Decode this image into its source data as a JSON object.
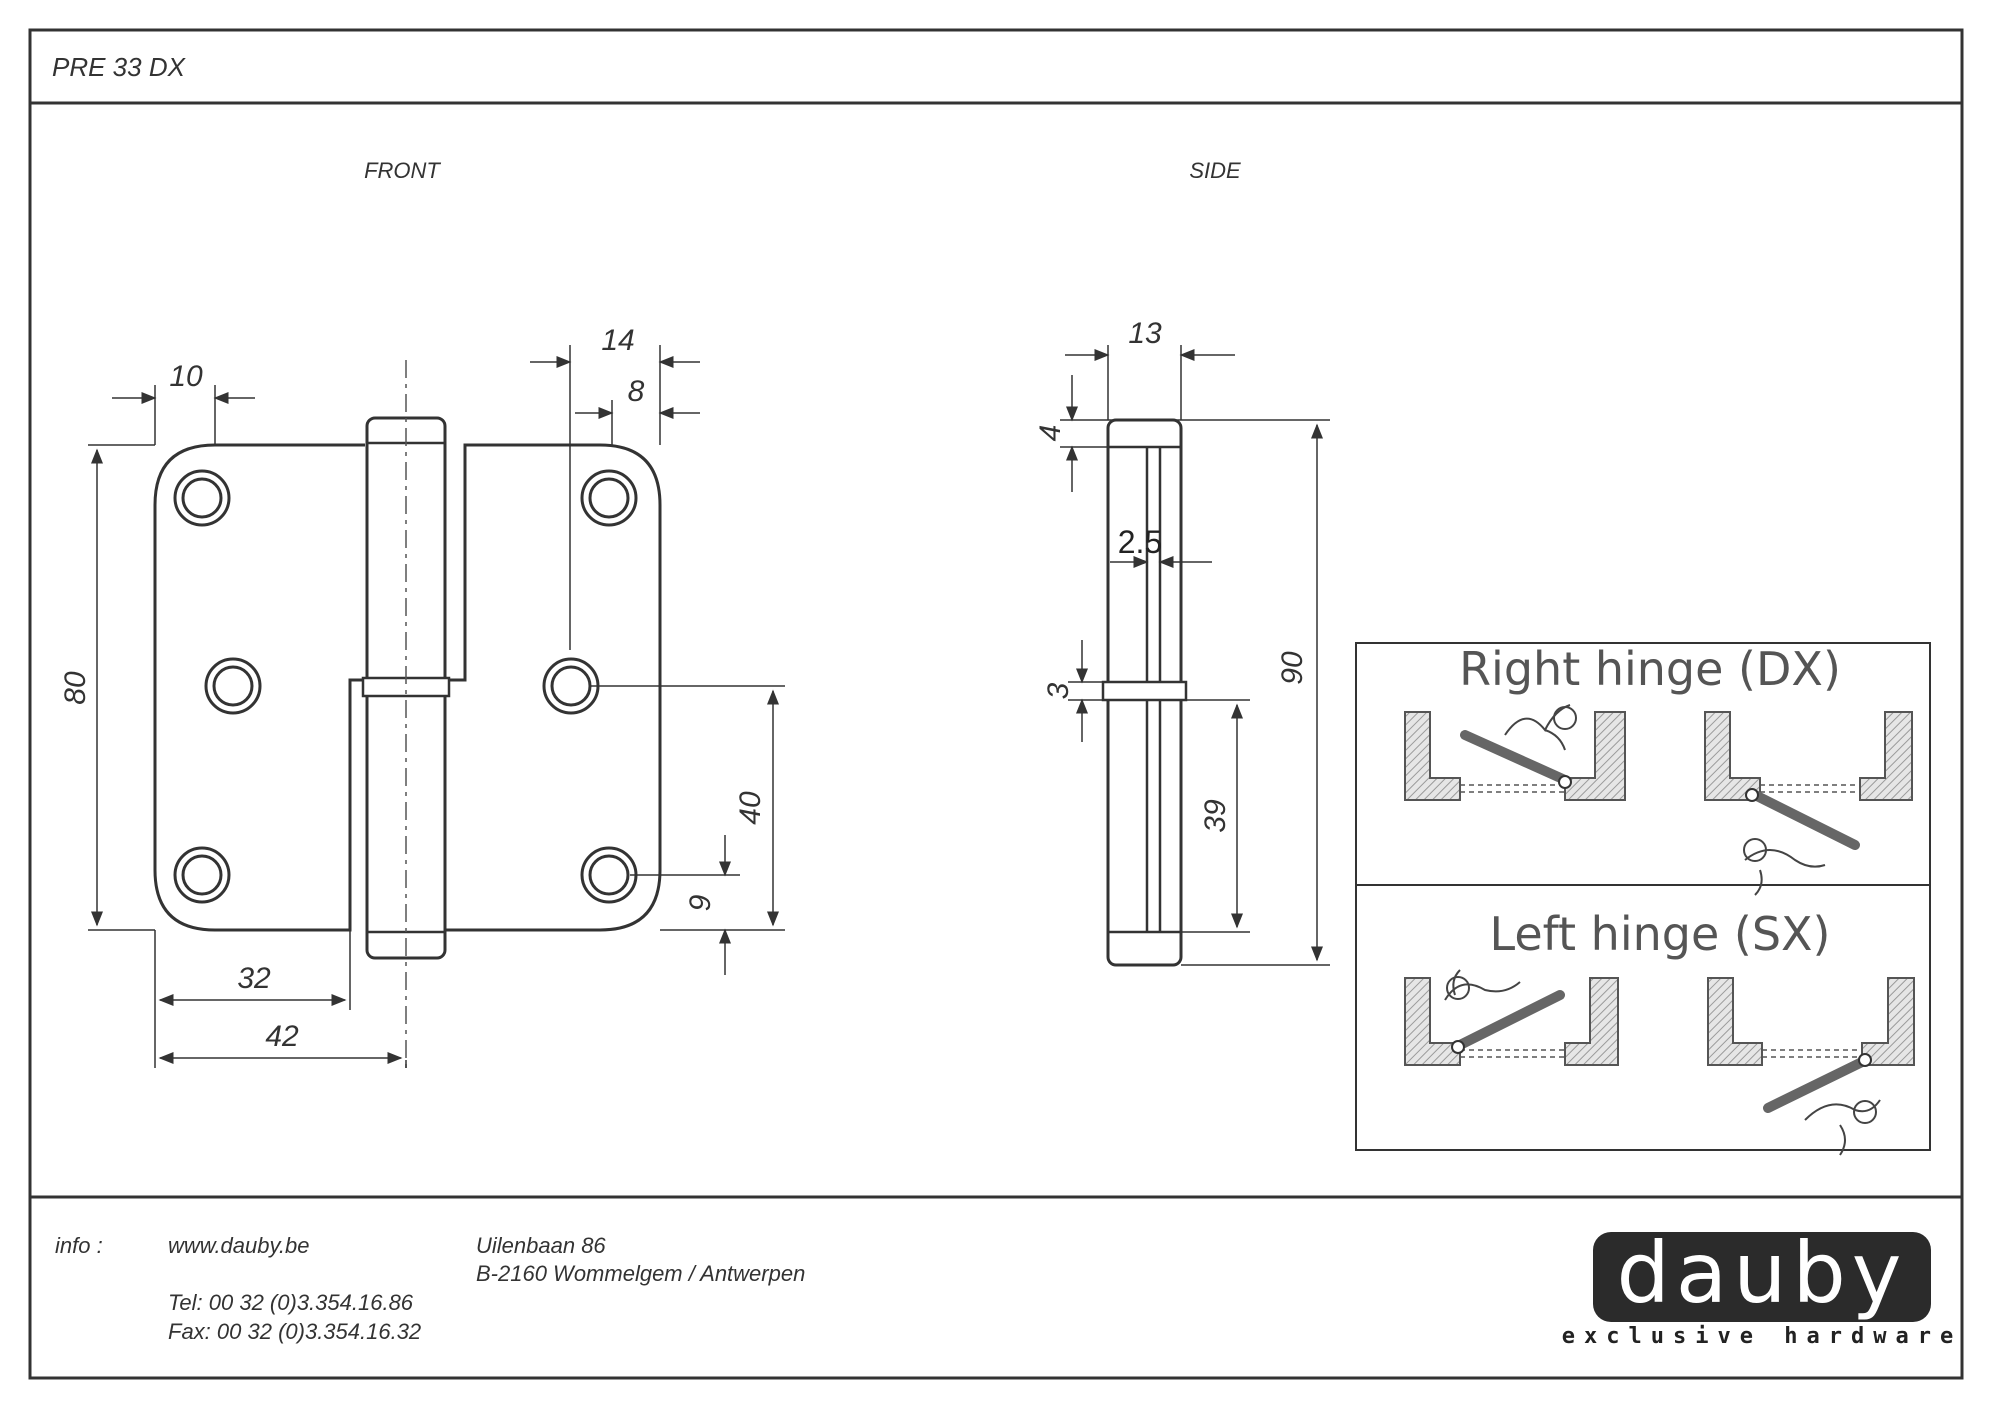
{
  "header": {
    "title": "PRE 33 DX"
  },
  "views": {
    "front": "FRONT",
    "side": "SIDE"
  },
  "dimensions": {
    "front_top_10": "10",
    "front_top_14": "14",
    "front_top_8": "8",
    "front_height_80": "80",
    "front_40": "40",
    "front_9": "9",
    "front_bottom_32": "32",
    "front_bottom_42": "42",
    "side_13": "13",
    "side_4": "4",
    "side_2_5": "2.5",
    "side_3": "3",
    "side_39": "39",
    "side_90": "90"
  },
  "legend": {
    "right_title": "Right hinge (DX)",
    "left_title": "Left hinge (SX)"
  },
  "footer": {
    "info_label": "info :",
    "website": "www.dauby.be",
    "tel": "Tel: 00 32 (0)3.354.16.86",
    "fax": "Fax: 00 32 (0)3.354.16.32",
    "address_line1": "Uilenbaan 86",
    "address_line2": "B-2160 Wommelgem / Antwerpen"
  },
  "logo": {
    "name": "dauby",
    "tagline": "exclusive hardware"
  },
  "colors": {
    "line": "#333333",
    "logo_bg": "#2b2b2b",
    "wall_hatch": "#999999"
  }
}
